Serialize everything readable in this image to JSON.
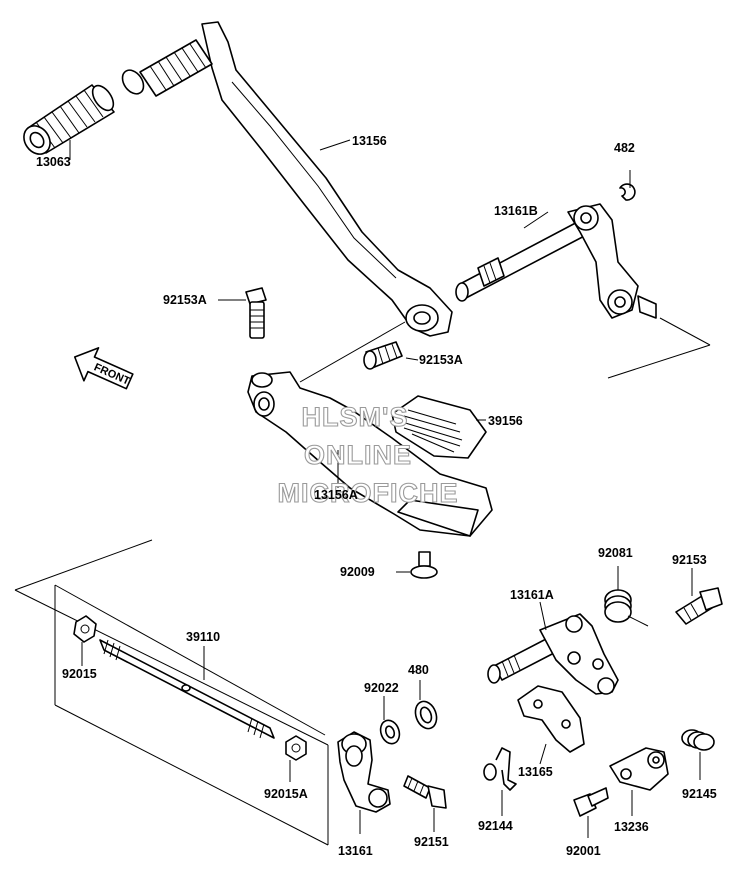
{
  "labels": {
    "p13063": "13063",
    "p13156": "13156",
    "p482": "482",
    "p13161B": "13161B",
    "p92153A_top": "92153A",
    "p92153A_mid": "92153A",
    "p39156": "39156",
    "p13156A": "13156A",
    "p92009": "92009",
    "p92081": "92081",
    "p92153": "92153",
    "p13161A": "13161A",
    "p39110": "39110",
    "p92015": "92015",
    "p480": "480",
    "p92022": "92022",
    "p92015A": "92015A",
    "p13165": "13165",
    "p92144": "92144",
    "p92145": "92145",
    "p13236": "13236",
    "p92151": "92151",
    "p13161": "13161",
    "p92001": "92001"
  },
  "front_arrow": "FRONT",
  "watermark": {
    "line1": "HLSM'S",
    "line2": "ONLINE",
    "line3": "MICROFICHE"
  }
}
